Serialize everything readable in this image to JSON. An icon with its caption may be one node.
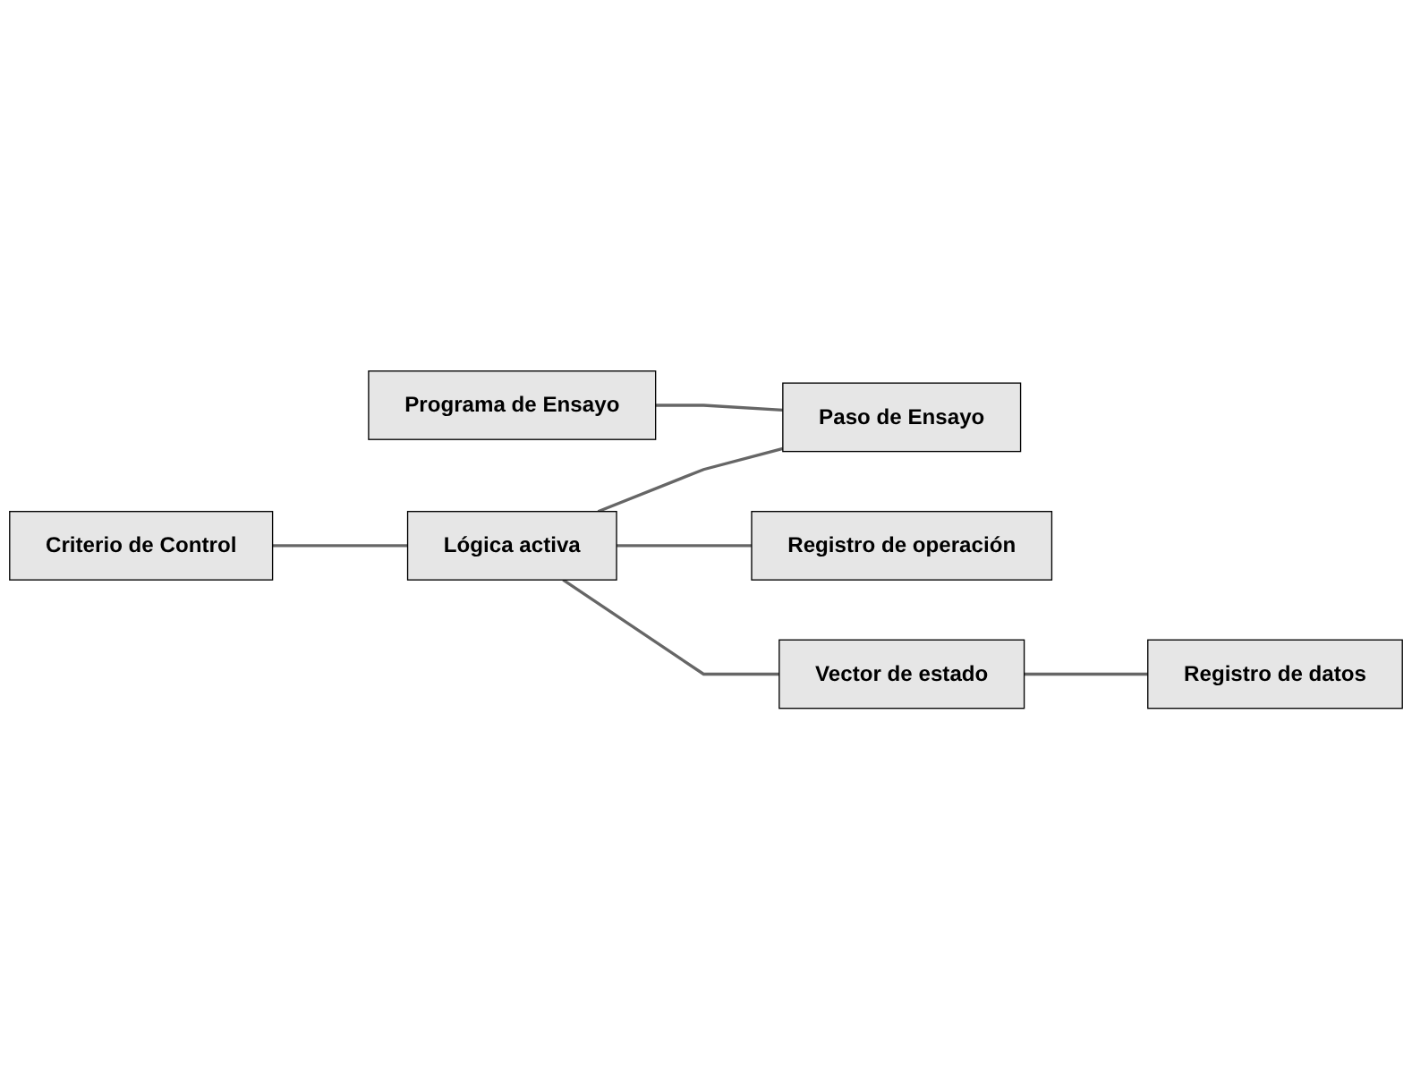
{
  "diagram": {
    "nodes": [
      {
        "text": [
          "Criterio de Control"
        ]
      },
      {
        "text": [
          "Programa de Ensayo"
        ]
      },
      {
        "text": [
          "Paso de Ensayo"
        ]
      },
      {
        "text": [
          "Lógica activa"
        ]
      },
      {
        "text": [
          "Registro de operación"
        ]
      },
      {
        "text": [
          "Vector de estado"
        ]
      },
      {
        "text": [
          "Registro de datos"
        ]
      }
    ],
    "edges": [
      {
        "from": 0,
        "to": 3,
        "arrow": "none"
      },
      {
        "from": 1,
        "to": 2,
        "arrow": "none"
      },
      {
        "from": 3,
        "to": 2,
        "arrow": "none"
      },
      {
        "from": 3,
        "to": 4,
        "arrow": "none"
      },
      {
        "from": 3,
        "to": 5,
        "arrow": "none"
      },
      {
        "from": 5,
        "to": 6,
        "arrow": "none"
      }
    ]
  }
}
